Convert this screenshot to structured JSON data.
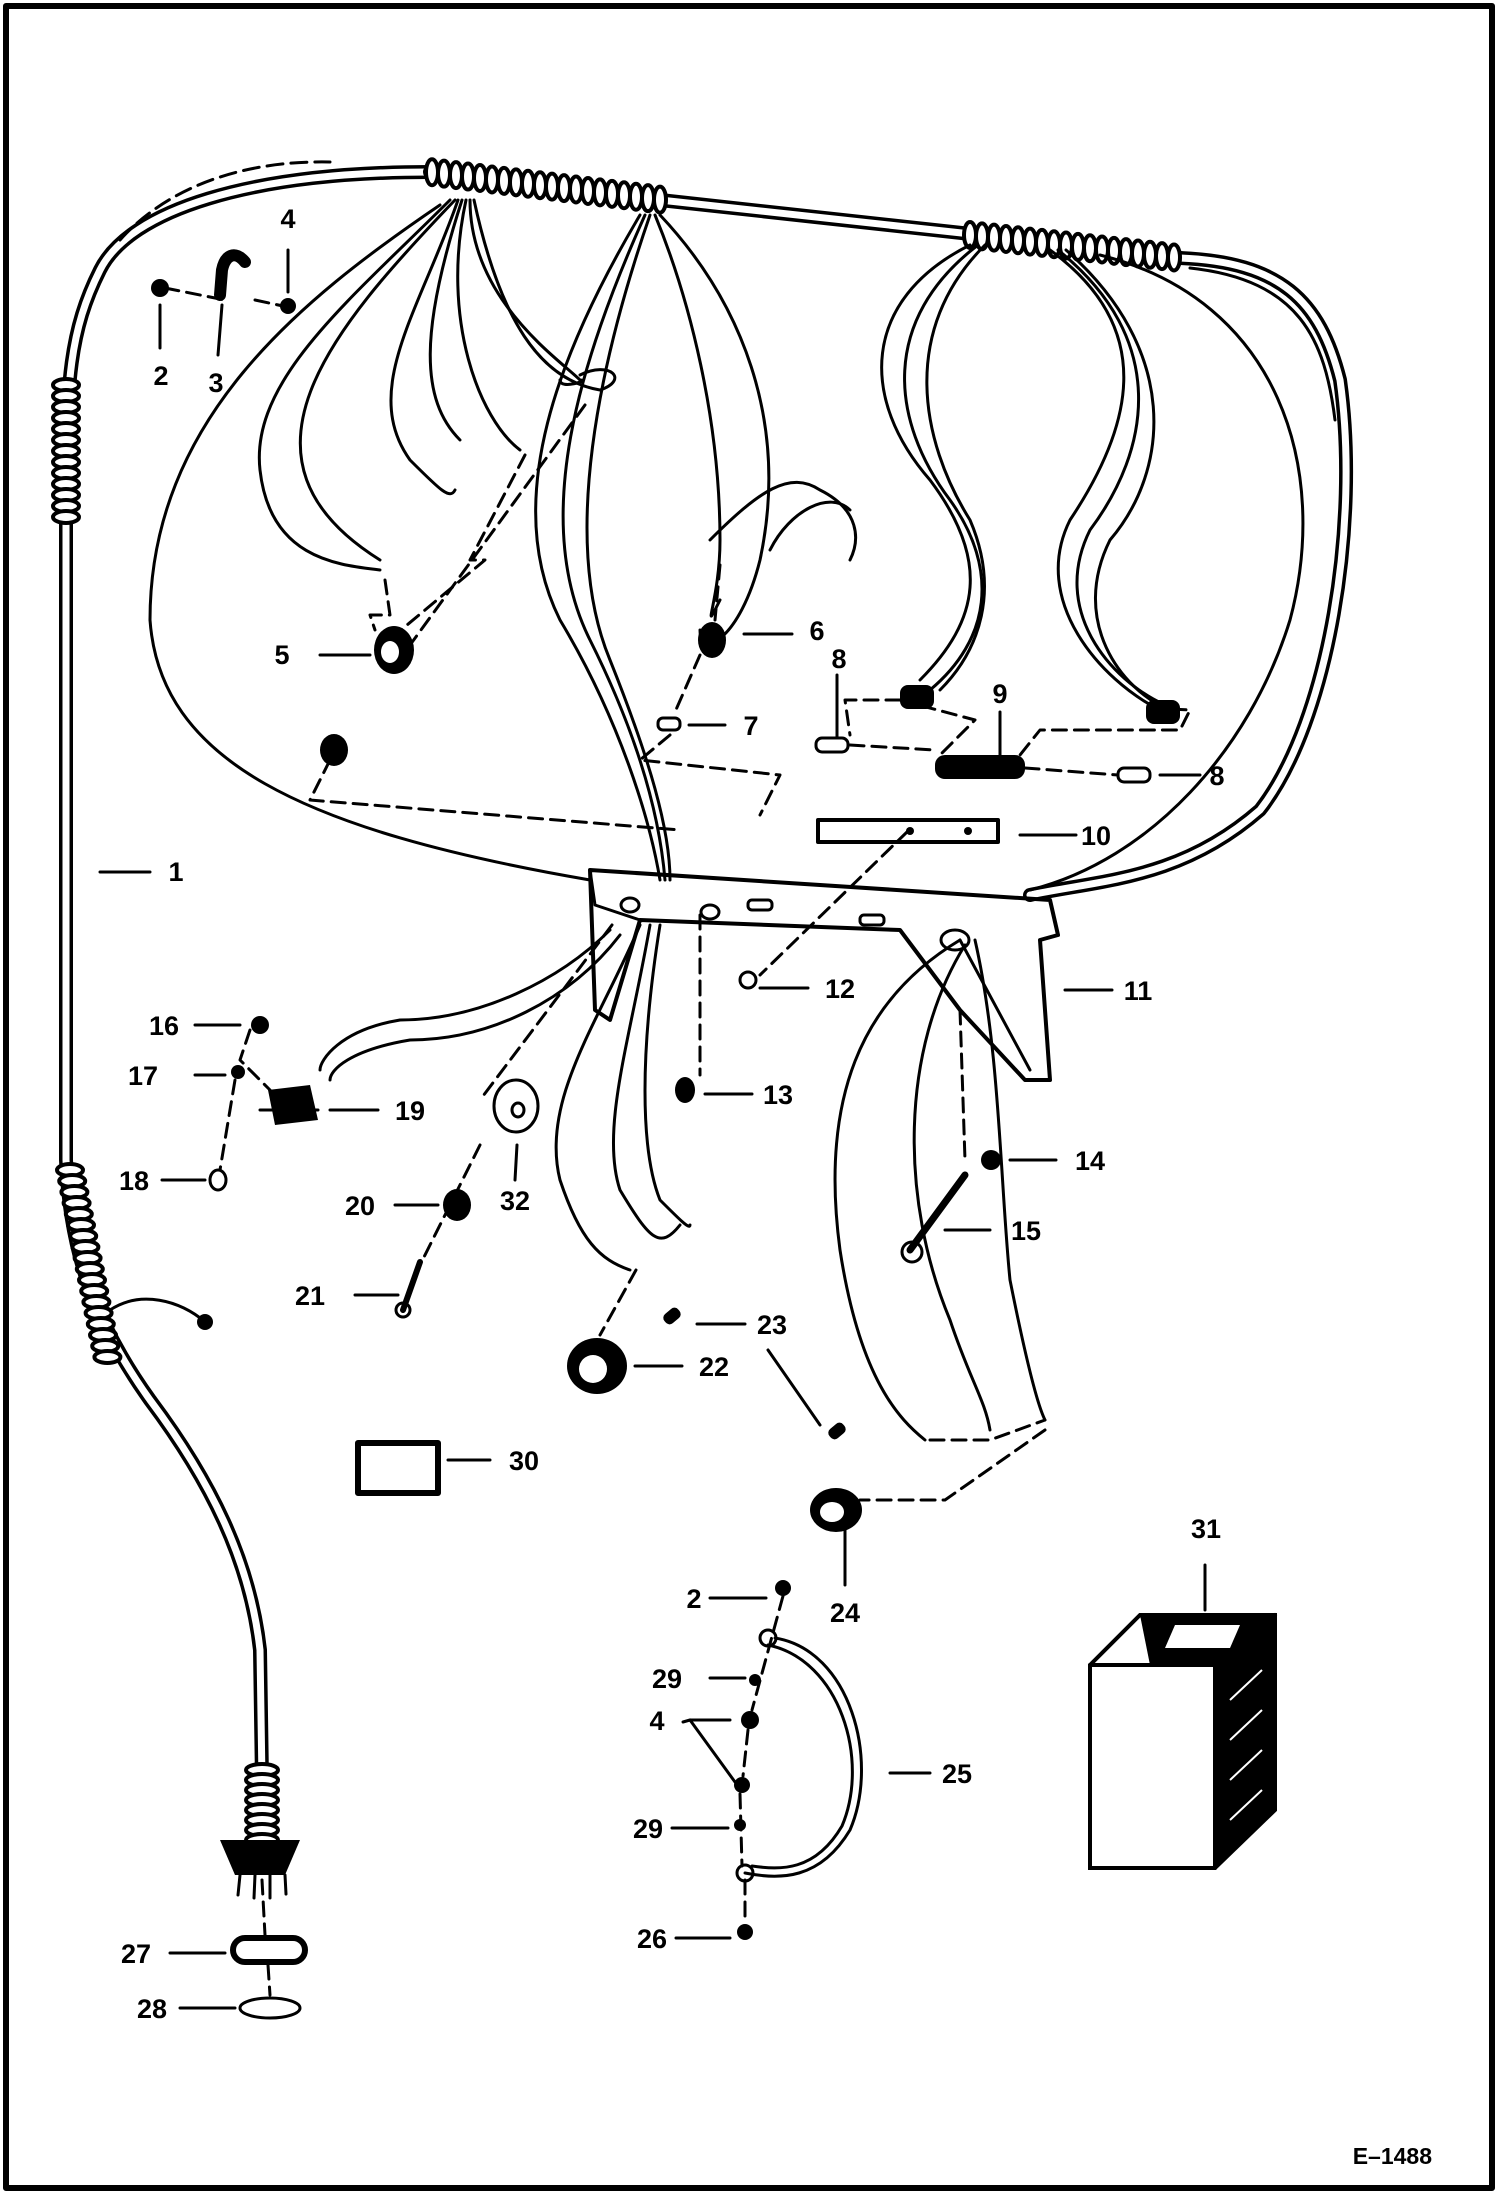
{
  "diagram": {
    "figure_code": "E–1488",
    "callouts": [
      "1",
      "2",
      "3",
      "4",
      "5",
      "6",
      "7",
      "8",
      "8",
      "9",
      "10",
      "11",
      "12",
      "13",
      "14",
      "15",
      "16",
      "17",
      "18",
      "19",
      "20",
      "21",
      "22",
      "23",
      "24",
      "25",
      "2",
      "4",
      "26",
      "27",
      "28",
      "29",
      "29",
      "30",
      "31",
      "32"
    ]
  }
}
